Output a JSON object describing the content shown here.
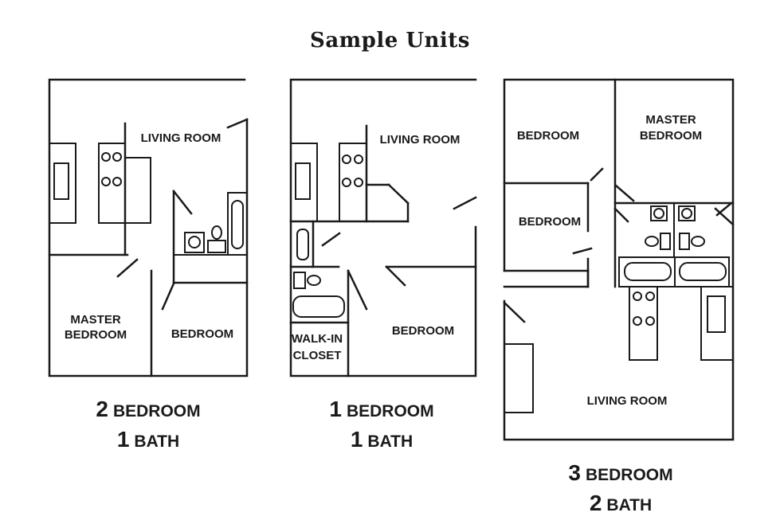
{
  "title": "Sample Units",
  "units": [
    {
      "rooms": {
        "living": "LIVING ROOM",
        "master_1": "MASTER",
        "master_2": "BEDROOM",
        "bedroom": "BEDROOM"
      },
      "bed_count": "2",
      "bed_word": "BEDROOM",
      "bath_count": "1",
      "bath_word": "BATH"
    },
    {
      "rooms": {
        "living": "LIVING ROOM",
        "closet_1": "WALK-IN",
        "closet_2": "CLOSET",
        "bedroom": "BEDROOM"
      },
      "bed_count": "1",
      "bed_word": "BEDROOM",
      "bath_count": "1",
      "bath_word": "BATH"
    },
    {
      "rooms": {
        "bedroom_a": "BEDROOM",
        "master_1": "MASTER",
        "master_2": "BEDROOM",
        "bedroom_b": "BEDROOM",
        "living": "LIVING ROOM"
      },
      "bed_count": "3",
      "bed_word": "BEDROOM",
      "bath_count": "2",
      "bath_word": "BATH"
    }
  ]
}
